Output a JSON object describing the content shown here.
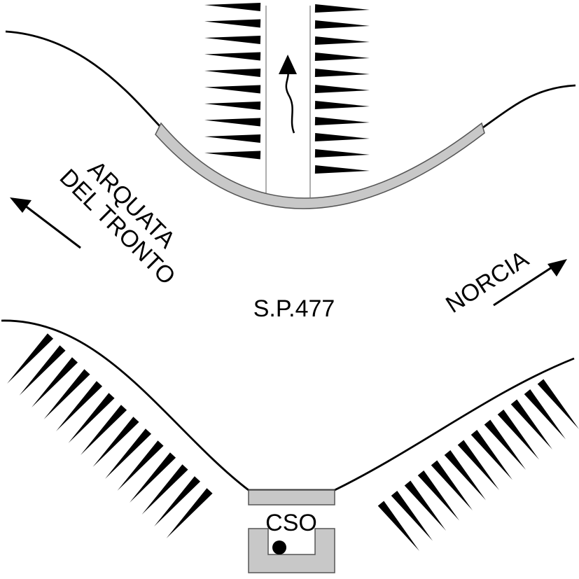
{
  "labels": {
    "road": "S.P.477",
    "destination_west_line1": "ARQUATA",
    "destination_west_line2": "DEL TRONTO",
    "destination_east": "NORCIA",
    "station": "CSO"
  },
  "colors": {
    "ink": "#000000",
    "structure_fill": "#c8c8c8",
    "structure_stroke": "#555555",
    "background": "#ffffff",
    "channel_line": "#777777"
  },
  "icons": {
    "flow_arrow": "wavy-up-arrow-icon",
    "direction_west": "arrow-up-left-icon",
    "direction_east": "arrow-up-right-icon",
    "station_marker": "filled-dot-icon",
    "slope_hatching": "triangle-hachure"
  }
}
